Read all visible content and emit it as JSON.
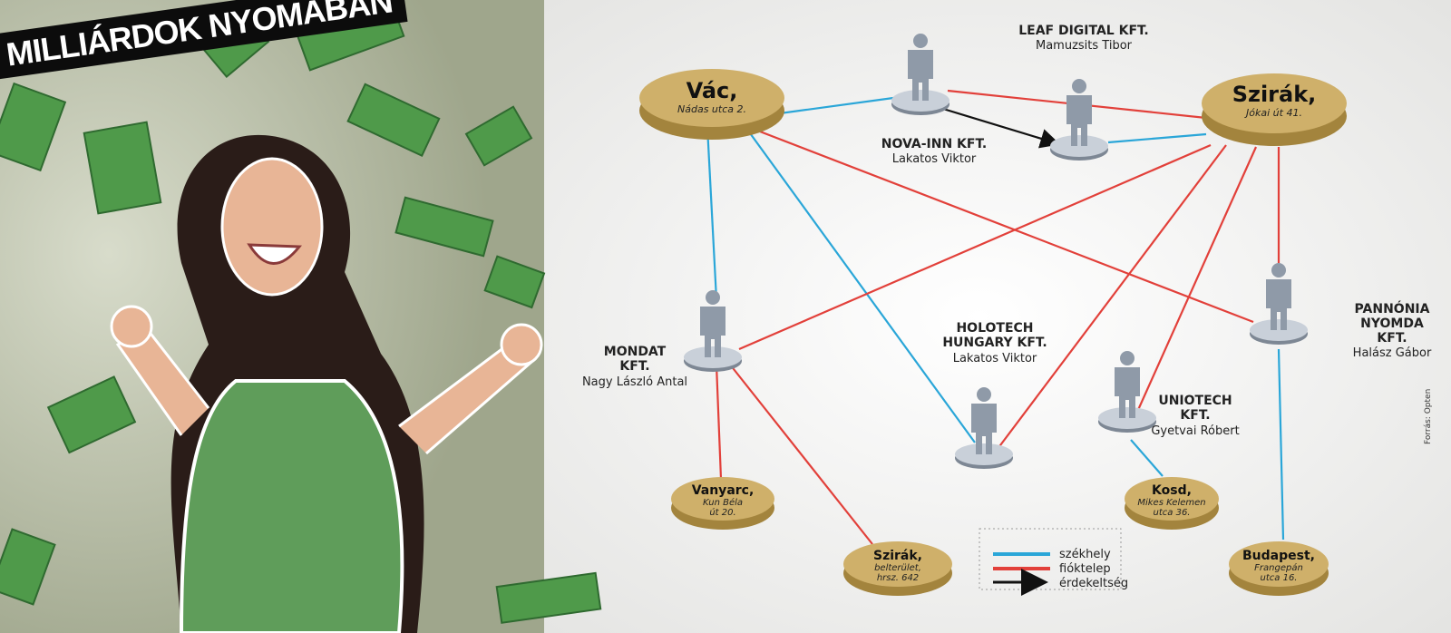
{
  "title": "MILLIÁRDOK NYOMÁBAN",
  "source": "Forrás: Opten",
  "colors": {
    "szekhely": "#2aa6d8",
    "fioktelep": "#e2403a",
    "erdekeltseg": "#111111",
    "disc": "#c9a95a",
    "person": "#8f9aa8"
  },
  "locations": {
    "vac": {
      "city": "Vác,",
      "address": [
        "Nádas utca 2."
      ]
    },
    "szirak_main": {
      "city": "Szirák,",
      "address": [
        "Jókai út 41."
      ]
    },
    "vanyarc": {
      "city": "Vanyarc,",
      "address": [
        "Kun Béla",
        "út 20."
      ]
    },
    "szirak_small": {
      "city": "Szirák,",
      "address": [
        "belterület,",
        "hrsz. 642"
      ]
    },
    "kosd": {
      "city": "Kosd,",
      "address": [
        "Mikes Kelemen",
        "utca 36."
      ]
    },
    "budapest": {
      "city": "Budapest,",
      "address": [
        "Frangepán",
        "utca 16."
      ]
    }
  },
  "companies": {
    "leaf": {
      "name": [
        "LEAF DIGITAL KFT."
      ],
      "person": "Mamuzsits Tibor"
    },
    "novainn": {
      "name": [
        "NOVA-INN KFT."
      ],
      "person": "Lakatos Viktor"
    },
    "mondat": {
      "name": [
        "MONDAT",
        "KFT."
      ],
      "person": "Nagy László Antal"
    },
    "holotech": {
      "name": [
        "HOLOTECH",
        "HUNGARY KFT."
      ],
      "person": "Lakatos Viktor"
    },
    "uniotech": {
      "name": [
        "UNIOTECH",
        "KFT."
      ],
      "person": "Gyetvai Róbert"
    },
    "pannonia": {
      "name": [
        "PANNÓNIA",
        "NYOMDA",
        "KFT."
      ],
      "person": "Halász Gábor"
    }
  },
  "legend": {
    "items": [
      "székhely",
      "fióktelep",
      "érdekeltség"
    ]
  }
}
